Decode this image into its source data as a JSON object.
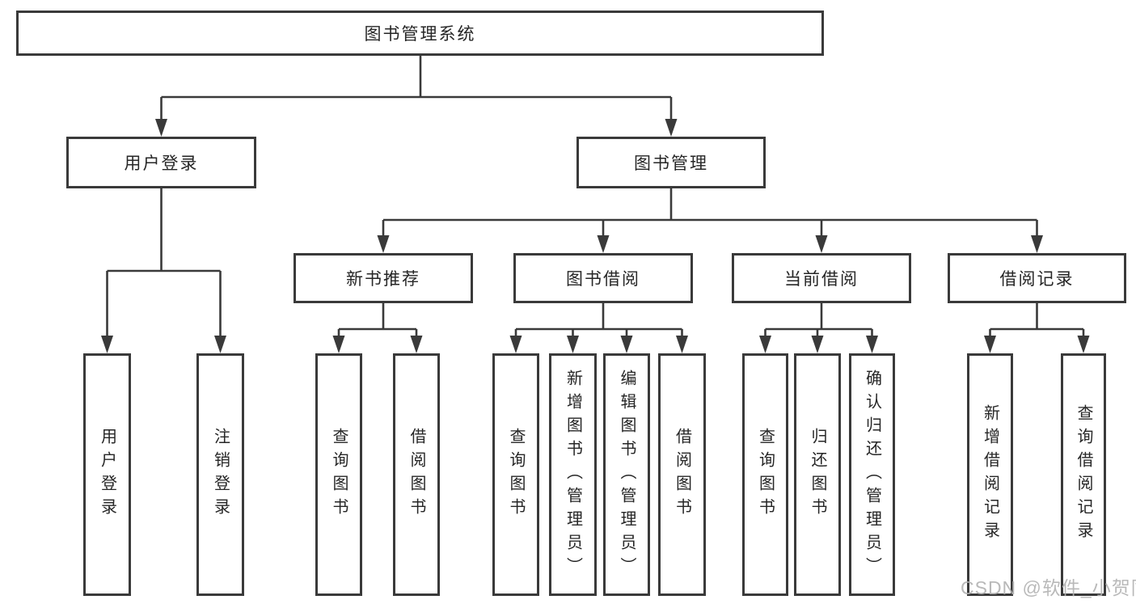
{
  "colors": {
    "line": "#3a3a3a",
    "text": "#262626",
    "box_fill": "#ffffff",
    "watermark": "#b2b2b2"
  },
  "nodes": {
    "root": "图书管理系统",
    "level2": [
      "用户登录",
      "图书管理"
    ],
    "level3": [
      "新书推荐",
      "图书借阅",
      "当前借阅",
      "借阅记录"
    ],
    "leaves_user_login": [
      "用户登录",
      "注销登录"
    ],
    "leaves_new_book": [
      "查询图书",
      "借阅图书"
    ],
    "leaves_book_borrow": [
      "查询图书",
      "新增图书（管理员）",
      "编辑图书（管理员）",
      "借阅图书"
    ],
    "leaves_current_borrow": [
      "查询图书",
      "归还图书",
      "确认归还（管理员）"
    ],
    "leaves_borrow_records": [
      "新增借阅记录",
      "查询借阅记录"
    ]
  },
  "watermark": "CSDN @软件_小贺同学"
}
